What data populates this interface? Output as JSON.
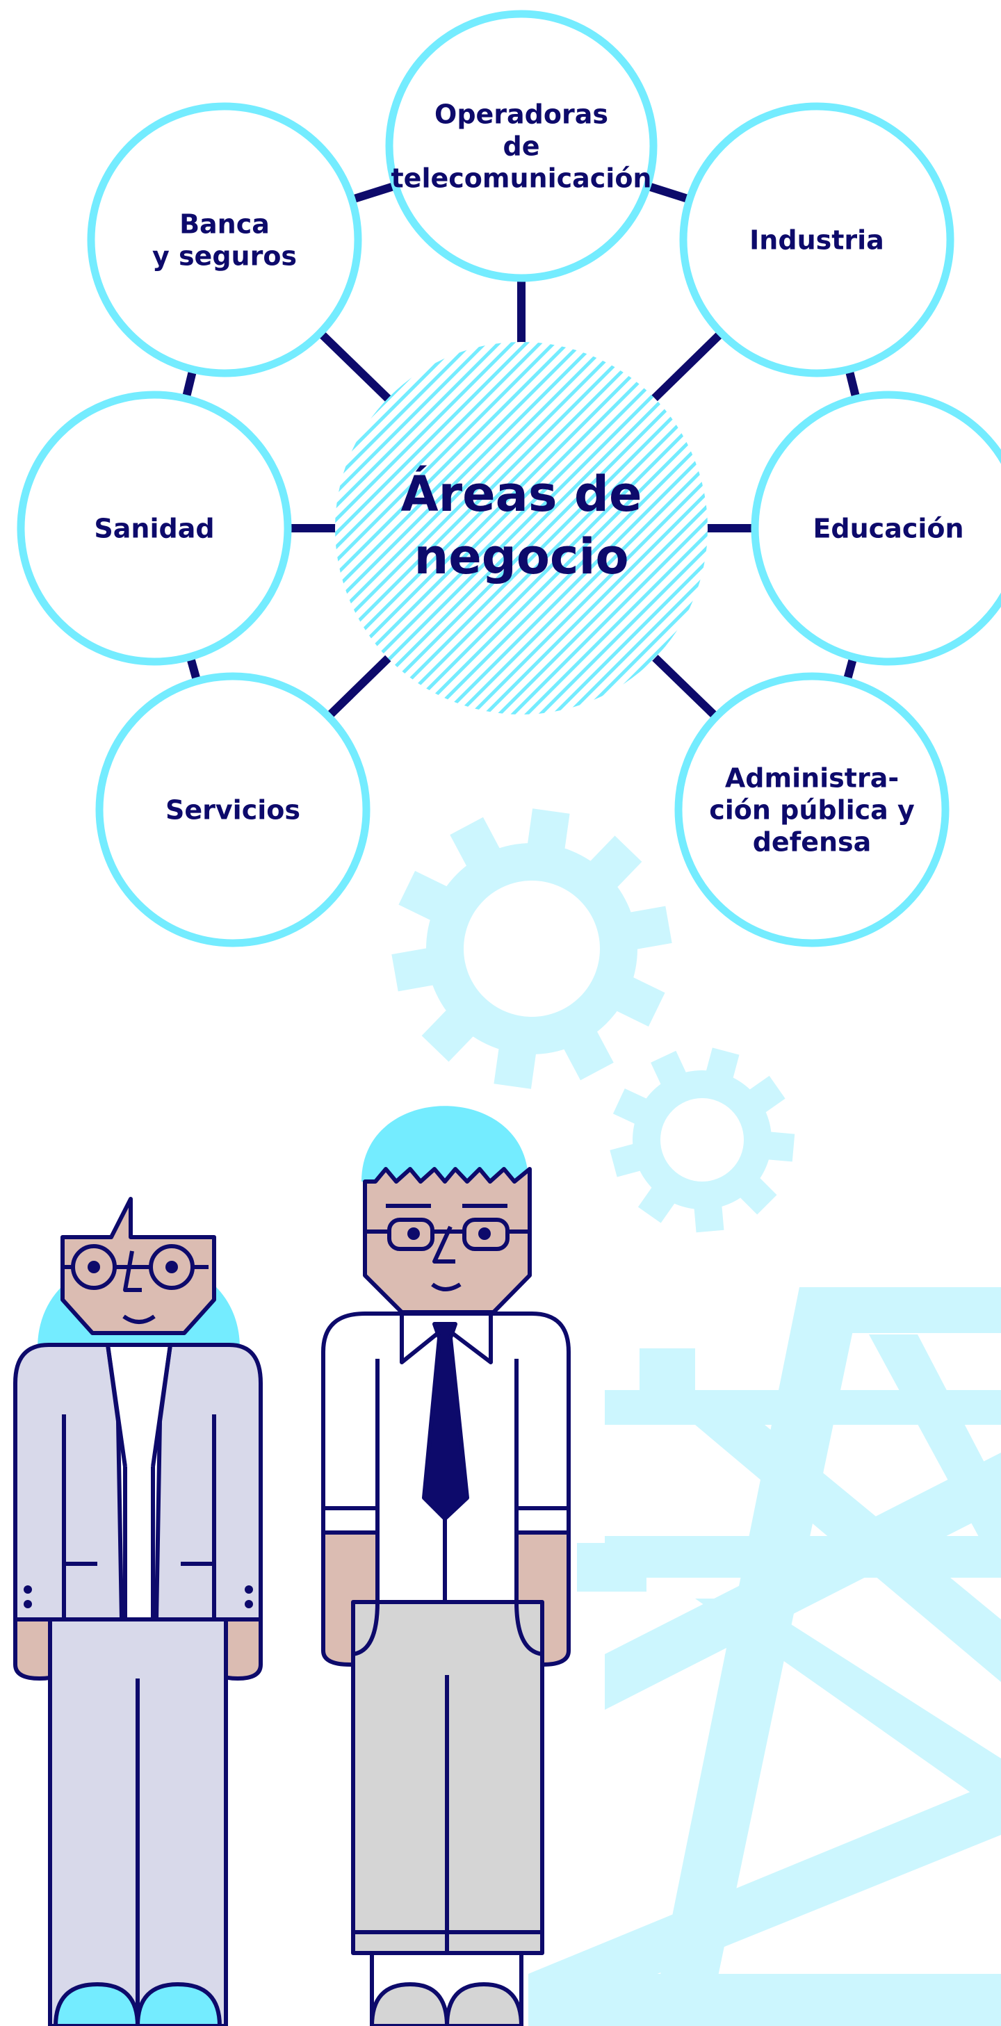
{
  "diagram": {
    "center_label": [
      "Áreas de",
      "negocio"
    ],
    "nodes": [
      {
        "id": "operadoras",
        "lines": [
          "Operadoras",
          "de",
          "telecomunicación"
        ]
      },
      {
        "id": "industria",
        "lines": [
          "Industria"
        ]
      },
      {
        "id": "educacion",
        "lines": [
          "Educación"
        ]
      },
      {
        "id": "administracion",
        "lines": [
          "Administra-",
          "ción pública y",
          "defensa"
        ]
      },
      {
        "id": "servicios",
        "lines": [
          "Servicios"
        ]
      },
      {
        "id": "sanidad",
        "lines": [
          "Sanidad"
        ]
      },
      {
        "id": "banca",
        "lines": [
          "Banca",
          "y seguros"
        ]
      }
    ]
  },
  "colors": {
    "navy": "#0d0a6b",
    "cyan": "#74ecff",
    "light_cyan": "#ccf6fe",
    "skin": "#dbbcb2",
    "lavender": "#d8d9ea",
    "gray": "#d5d5d5",
    "white": "#ffffff"
  },
  "illustration": {
    "icons": [
      "gear-icon",
      "gear-icon",
      "tower-crane-icon",
      "woman-figure-icon",
      "man-figure-icon"
    ]
  }
}
